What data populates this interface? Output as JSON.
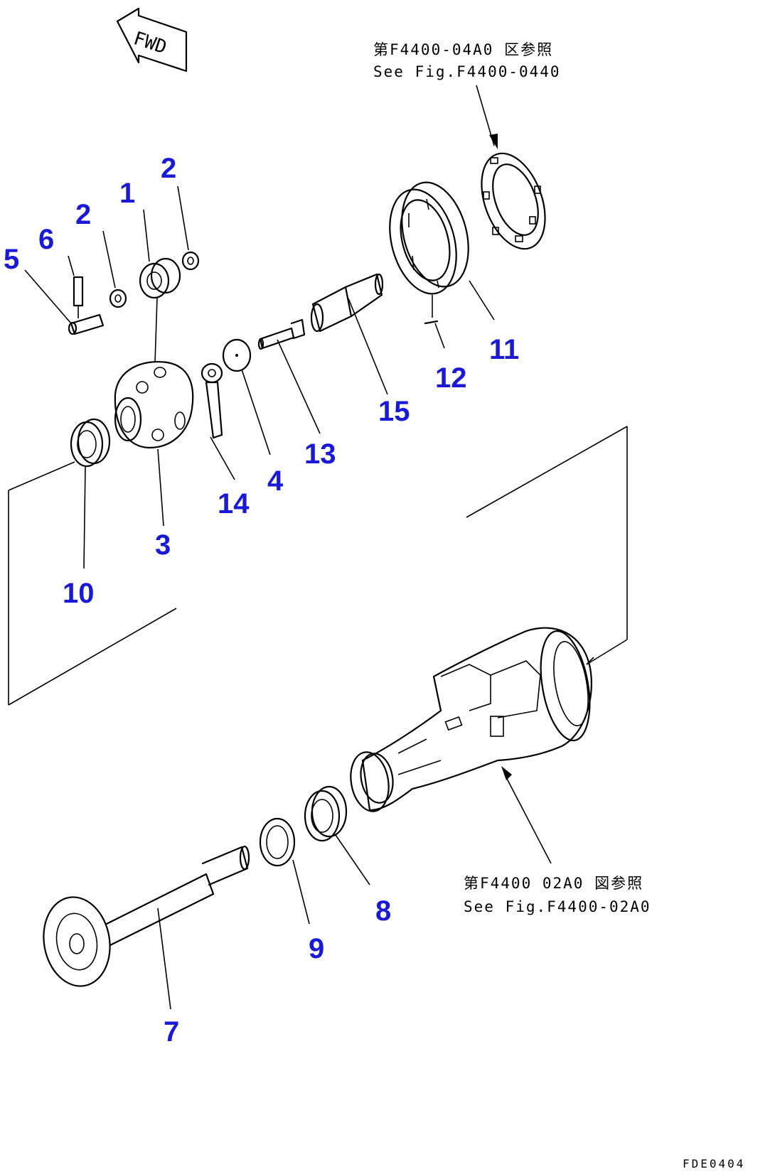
{
  "fwd_label": "FWD",
  "reference_top": {
    "line1": "第F4400-04A0 区参照",
    "line2": "See Fig.F4400-0440"
  },
  "reference_bottom": {
    "line1": "第F4400 02A0 図参照",
    "line2": "See Fig.F4400-02A0"
  },
  "figure_id": "FDE0404",
  "callouts": {
    "c1": "1",
    "c2a": "2",
    "c2b": "2",
    "c3": "3",
    "c4": "4",
    "c5": "5",
    "c6": "6",
    "c7": "7",
    "c8": "8",
    "c9": "9",
    "c10": "10",
    "c11": "11",
    "c12": "12",
    "c13": "13",
    "c14": "14",
    "c15": "15"
  },
  "colors": {
    "callout": "#1a1ad6",
    "line": "#000000",
    "background": "#ffffff"
  }
}
